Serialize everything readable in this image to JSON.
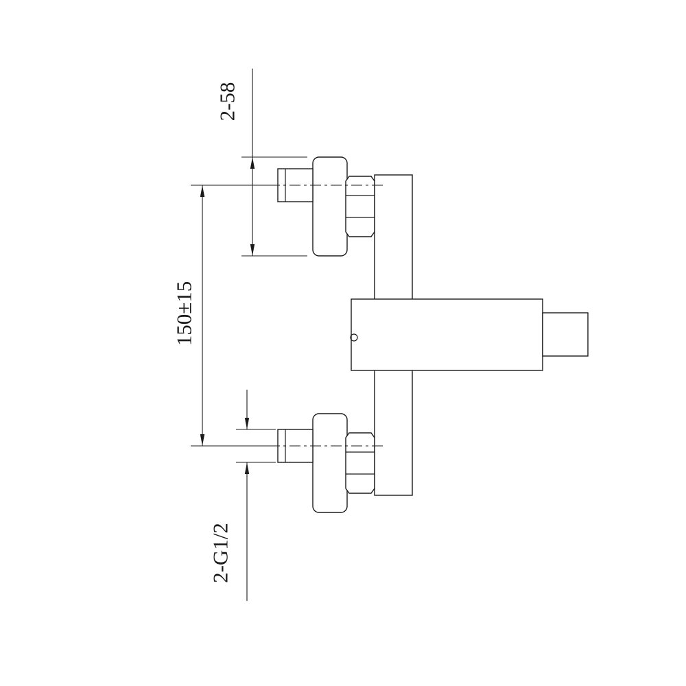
{
  "drawing": {
    "labels": {
      "flange_dimension": "2-58",
      "center_distance": "150±15",
      "thread_spec": "2-G1/2"
    },
    "colors": {
      "line": "#1b1b1b",
      "background": "#ffffff"
    }
  }
}
